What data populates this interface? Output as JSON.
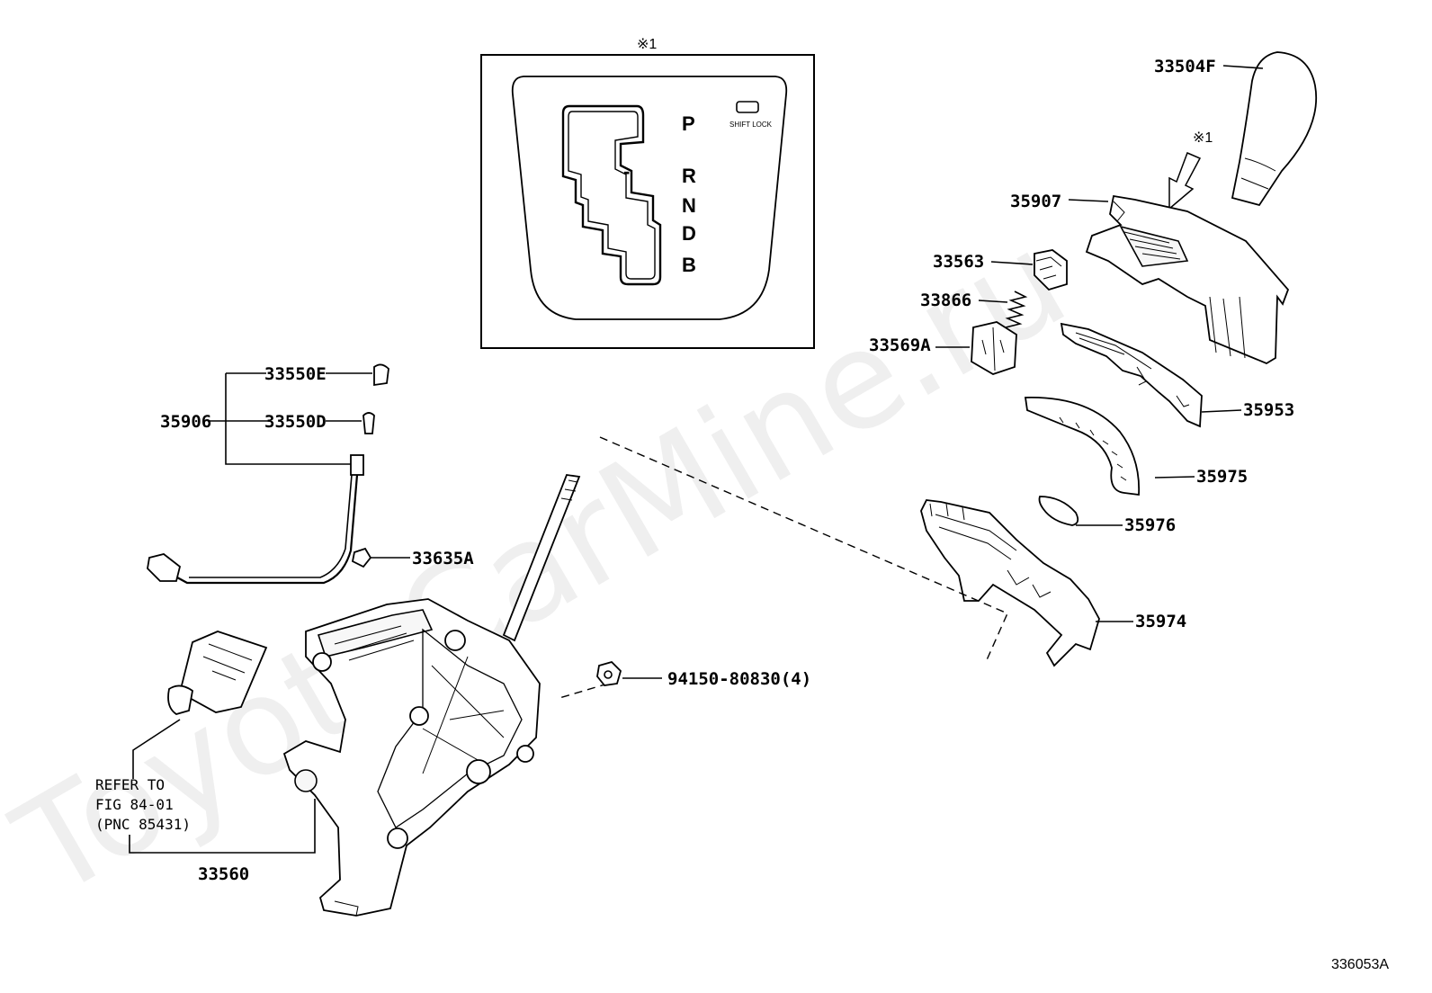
{
  "watermark": "ToyotaCarMine.ru",
  "inset": {
    "marker": "※1",
    "gate_letters": [
      "P",
      "R",
      "N",
      "D",
      "B"
    ],
    "minus_sign": "-",
    "shift_lock_label": "SHIFT LOCK"
  },
  "callouts": {
    "p33504F": "33504F",
    "marker_right": "※1",
    "p35907": "35907",
    "p33563": "33563",
    "p33866": "33866",
    "p33569A": "33569A",
    "p35953": "35953",
    "p35975": "35975",
    "p35976": "35976",
    "p35974": "35974",
    "p33550E": "33550E",
    "p35906": "35906",
    "p33550D": "33550D",
    "p33635A": "33635A",
    "p94150": "94150-80830(4)",
    "p33560": "33560"
  },
  "reference_note": {
    "line1": "REFER TO",
    "line2": "FIG 84-01",
    "line3": "(PNC 85431)"
  },
  "figure_code": "336053A"
}
